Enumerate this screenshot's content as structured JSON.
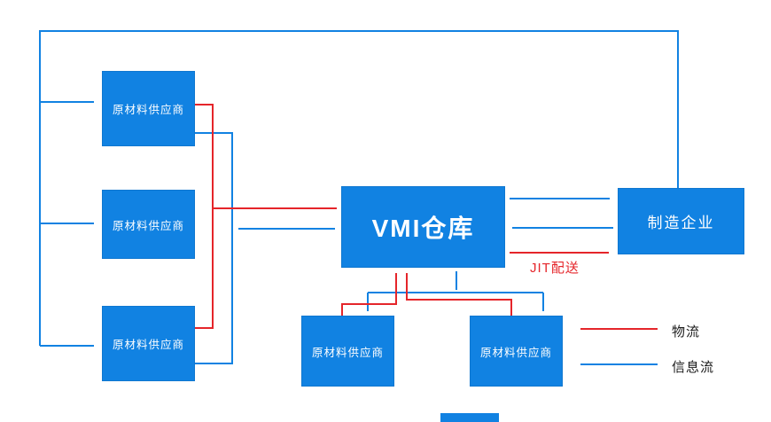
{
  "diagram": {
    "colors": {
      "blue": "#1182E2",
      "red": "#E5252A",
      "box_text": "#FFFFFF",
      "legend_text": "#1A1A1A",
      "background": "#FFFFFF"
    },
    "nodes": {
      "supplier_left_1": "原材料供应商",
      "supplier_left_2": "原材料供应商",
      "supplier_left_3": "原材料供应商",
      "vmi_warehouse": "VMI仓库",
      "manufacturer": "制造企业",
      "supplier_bottom_1": "原材料供应商",
      "supplier_bottom_2": "原材料供应商"
    },
    "labels": {
      "jit_delivery": "JIT配送"
    },
    "legend": {
      "logistics": "物流",
      "information_flow": "信息流"
    }
  }
}
